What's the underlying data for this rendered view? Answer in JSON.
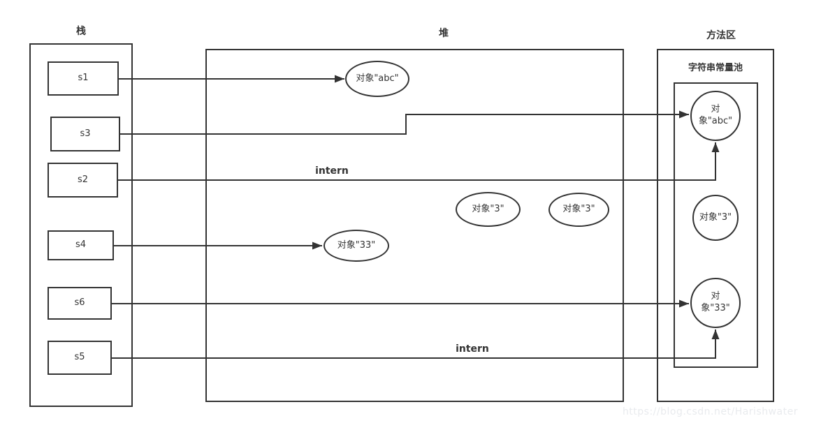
{
  "regions": {
    "stack": {
      "title": "栈"
    },
    "heap": {
      "title": "堆"
    },
    "method_area": {
      "title": "方法区",
      "pool_title": "字符串常量池"
    }
  },
  "stack": {
    "items": [
      {
        "label": "s1"
      },
      {
        "label": "s3"
      },
      {
        "label": "s2"
      },
      {
        "label": "s4"
      },
      {
        "label": "s6"
      },
      {
        "label": "s5"
      }
    ]
  },
  "heap": {
    "objects": [
      {
        "label": "对象\"abc\""
      },
      {
        "label": "对象\"3\""
      },
      {
        "label": "对象\"3\""
      },
      {
        "label": "对象\"33\""
      }
    ]
  },
  "pool": {
    "objects": [
      {
        "label": "对\n象\"abc\""
      },
      {
        "label": "对象\"3\""
      },
      {
        "label": "对\n象\"33\""
      }
    ]
  },
  "labels": {
    "intern1": "intern",
    "intern2": "intern"
  },
  "watermark": {
    "text": "https://blog.csdn.net/Harishwater"
  },
  "colors": {
    "line": "#333333",
    "text": "#333333",
    "watermark": "#e9ebee",
    "background": "#ffffff"
  }
}
